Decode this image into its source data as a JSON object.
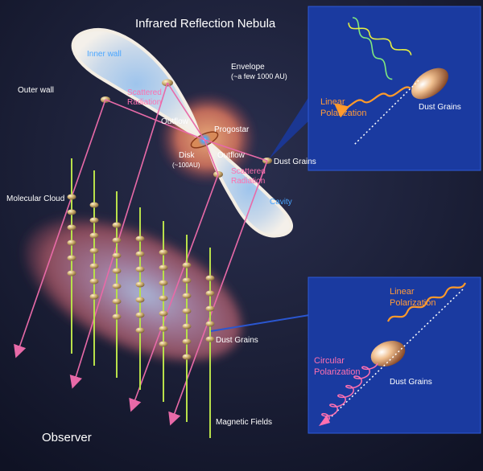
{
  "title": "Infrared Reflection Nebula",
  "labels": {
    "inner_wall": "Inner wall",
    "outer_wall": "Outer wall",
    "envelope": "Envelope",
    "envelope_size": "(~a few 1000 AU)",
    "scattered_radiation_1a": "Scattered",
    "scattered_radiation_1b": "Radiation",
    "scattered_radiation_2a": "Scattered",
    "scattered_radiation_2b": "Radiation",
    "outflow_upper": "Outflow",
    "outflow_lower": "Outflow",
    "progostar": "Progostar",
    "disk": "Disk",
    "disk_size": "(~100AU)",
    "dust_grains_nebula": "Dust Grains",
    "cavity": "Cavity",
    "molecular_cloud": "Molecular Cloud",
    "dust_grains_cloud": "Dust Grains",
    "magnetic_fields": "Magnetic Fields",
    "observer": "Observer"
  },
  "inset_top": {
    "linear_polarization_a": "Linear",
    "linear_polarization_b": "Polarization",
    "dust_grains": "Dust Grains"
  },
  "inset_bottom": {
    "linear_polarization_a": "Linear",
    "linear_polarization_b": "Polarization",
    "circular_polarization_a": "Circular",
    "circular_polarization_b": "Polarization",
    "dust_grains": "Dust Grains"
  },
  "colors": {
    "background": "#15182c",
    "inset_fill": "#1a3aa0",
    "ray": "#e86aa8",
    "field_line": "#b8e04a",
    "wave_orange": "#ff9a2a",
    "wave_yellow": "#e8f040",
    "wave_green": "#7fe87f",
    "label_orange": "#ff9a3a",
    "label_pink": "#ff70b0",
    "label_blue": "#4aa6ff"
  }
}
